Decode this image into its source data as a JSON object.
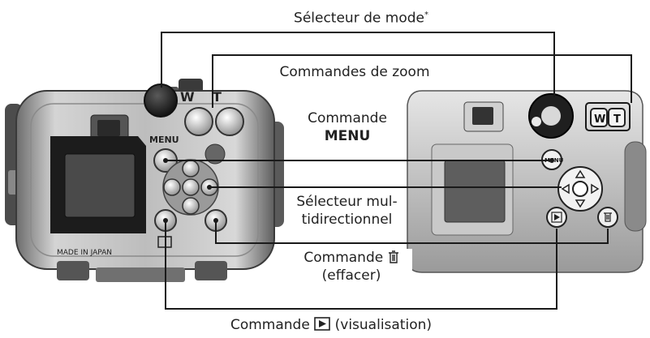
{
  "labels": {
    "mode_selector": "Sélecteur de mode",
    "mode_selector_mark": "*",
    "zoom_controls": "Commandes de zoom",
    "menu_line1": "Commande",
    "menu_line2": "MENU",
    "multi_line1": "Sélecteur mul-",
    "multi_line2": "tidirectionnel",
    "delete_line1": "Commande",
    "delete_line2": "(effacer)",
    "playback_prefix": "Commande",
    "playback_suffix": "(visualisation)"
  },
  "camera_markings": {
    "housing_made_in": "MADE IN JAPAN",
    "housing_menu": "MENU",
    "housing_w": "W",
    "housing_t": "T",
    "camera_menu": "MENU",
    "camera_w": "W",
    "camera_t": "T"
  },
  "icons": {
    "delete": "trash-icon",
    "playback": "play-icon"
  }
}
